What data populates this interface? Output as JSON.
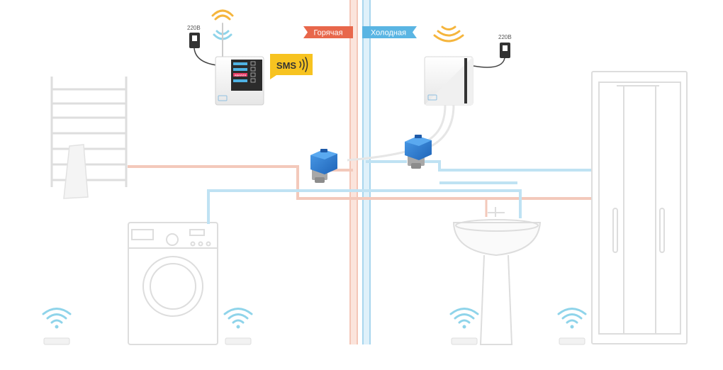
{
  "labels": {
    "hot": "Горячая",
    "cold": "Холодная",
    "power_left": "220В",
    "power_right": "220В",
    "sms": "SMS",
    "controller_warning": "АВАРИЯ"
  },
  "colors": {
    "hot_pipe": "#e8a08c",
    "hot_pipe_light": "#f6d2c6",
    "cold_pipe": "#9ccfea",
    "cold_pipe_light": "#d1ebf7",
    "hot_flag": "#e8674b",
    "cold_flag": "#5ab5e3",
    "wave_orange": "#f5b53d",
    "wave_blue": "#8fd4ea",
    "valve_blue": "#2f7fd4",
    "sms_bubble": "#f7c320",
    "fixture_outline": "#dcdcdc"
  },
  "icons": {
    "power_left": "plug-socket-icon",
    "power_right": "plug-socket-icon",
    "sms": "sms-signal-icon",
    "valve_left": "motorized-valve-icon",
    "valve_right": "motorized-valve-icon"
  }
}
